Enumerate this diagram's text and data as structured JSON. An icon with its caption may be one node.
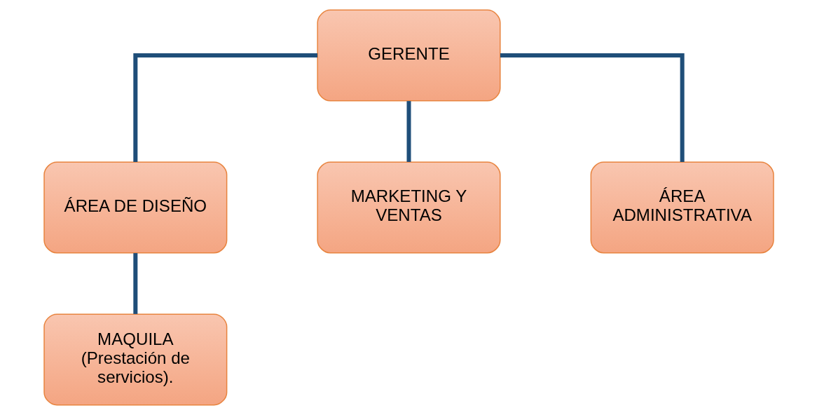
{
  "diagram": {
    "nodes": [
      {
        "text": [
          "GERENTE"
        ]
      },
      {
        "text": [
          "ÁREA DE DISEÑO"
        ]
      },
      {
        "text": [
          "MARKETING Y VENTAS"
        ]
      },
      {
        "text": [
          "ÁREA ADMINISTRATIVA"
        ]
      },
      {
        "text": [
          "MAQUILA (Prestación de servicios)."
        ]
      }
    ],
    "edges": [
      {
        "from": 0,
        "to": 1,
        "arrow": "none"
      },
      {
        "from": 0,
        "to": 2,
        "arrow": "none"
      },
      {
        "from": 0,
        "to": 3,
        "arrow": "none"
      },
      {
        "from": 1,
        "to": 4,
        "arrow": "none"
      }
    ]
  }
}
